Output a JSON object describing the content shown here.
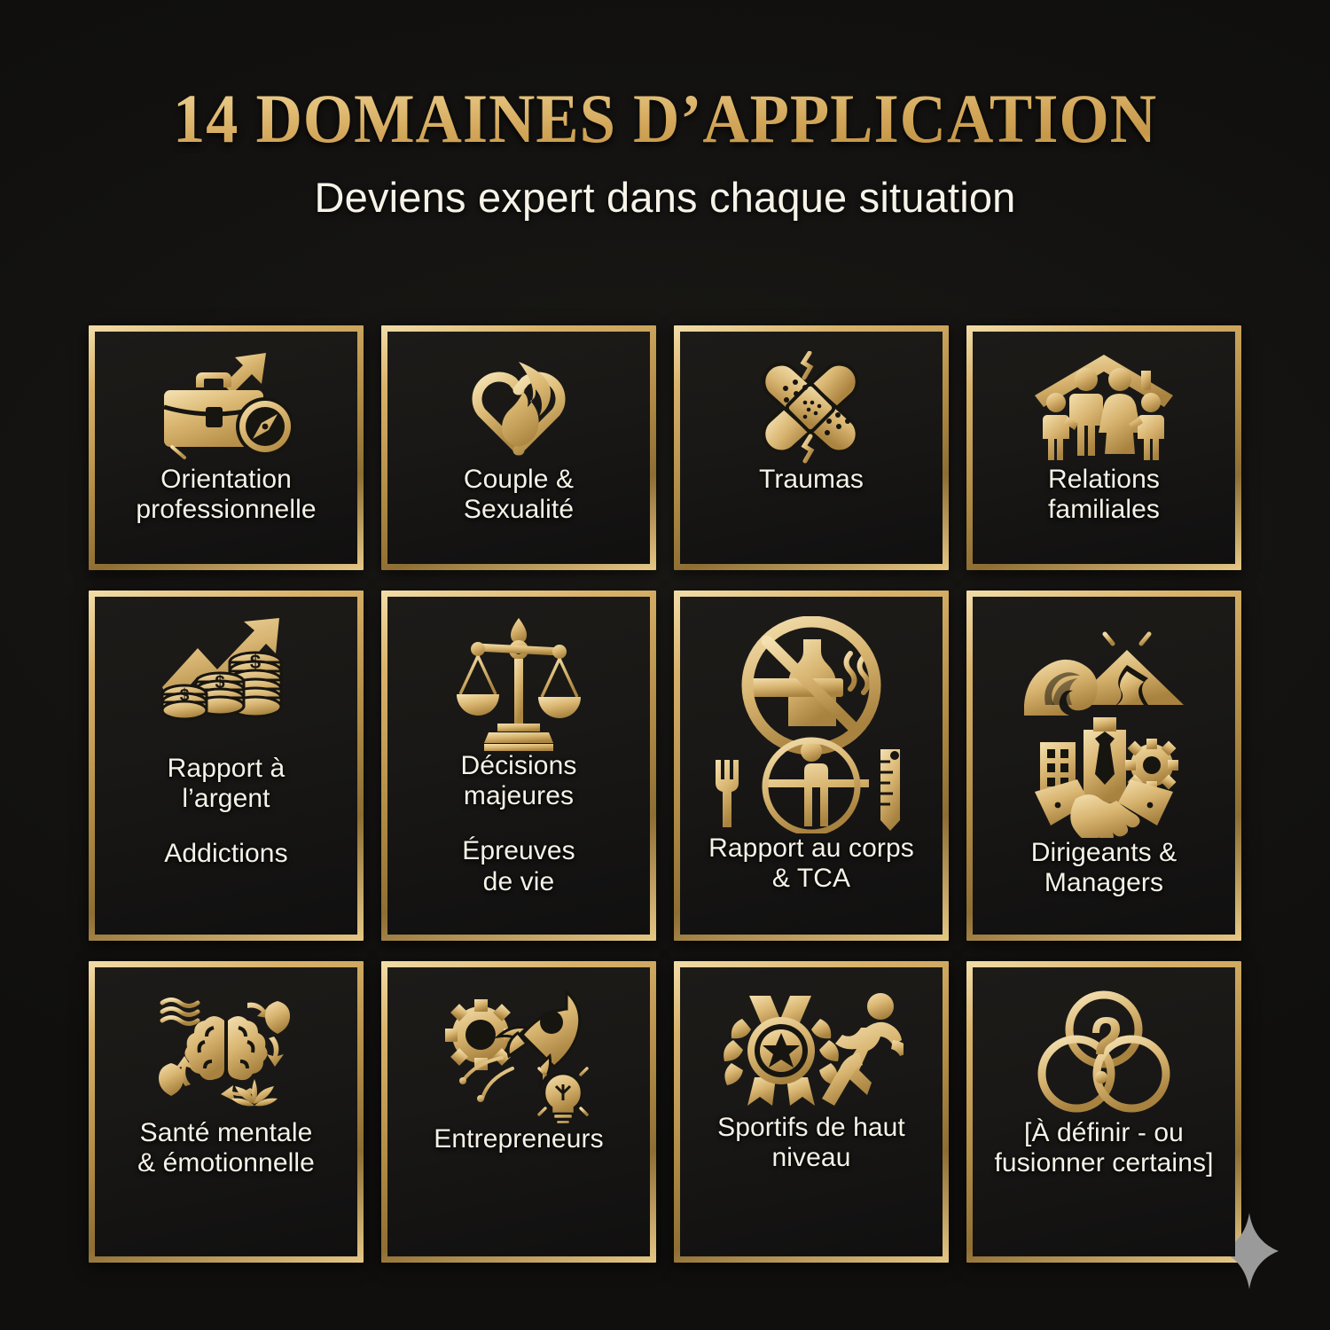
{
  "header": {
    "title": "14 DOMAINES D’APPLICATION",
    "subtitle": "Deviens expert dans chaque situation"
  },
  "colors": {
    "background": "#151412",
    "gold_light": "#f2dda8",
    "gold": "#d9b26a",
    "gold_dark": "#8e6e33",
    "text": "#f6f2e7",
    "sparkle": "#9a9a9a"
  },
  "grid": {
    "rows": [
      {
        "row": 1,
        "cells": [
          {
            "icon": "briefcase-compass-arrow-icon",
            "label": "Orientation\nprofessionnelle",
            "sublabel": ""
          },
          {
            "icon": "double-heart-flame-icon",
            "label": "Couple &\nSexualité",
            "sublabel": ""
          },
          {
            "icon": "crossed-bandages-icon",
            "label": "Traumas",
            "sublabel": ""
          },
          {
            "icon": "family-under-roof-icon",
            "label": "Relations\nfamiliales",
            "sublabel": ""
          }
        ]
      },
      {
        "row": 2,
        "cells": [
          {
            "icon": "coins-growth-arrow-icon",
            "label": "Rapport à\nl’argent",
            "sublabel": "Addictions"
          },
          {
            "icon": "justice-scales-icon",
            "label": "Décisions\nmajeures",
            "sublabel": "Épreuves\nde vie"
          },
          {
            "icon": "no-alcohol-smoking-body-icon",
            "label": "Rapport au corps\n& TCA",
            "sublabel": ""
          },
          {
            "icon": "wave-mountain-handshake-icon",
            "label": "Dirigeants &\nManagers",
            "sublabel": ""
          }
        ]
      },
      {
        "row": 3,
        "cells": [
          {
            "icon": "brain-cycle-heart-lotus-icon",
            "label": "Santé mentale\n& émotionnelle",
            "sublabel": ""
          },
          {
            "icon": "rocket-gear-bulb-icon",
            "label": "Entrepreneurs",
            "sublabel": ""
          },
          {
            "icon": "medal-runner-icon",
            "label": "Sportifs de haut\nniveau",
            "sublabel": ""
          },
          {
            "icon": "question-circles-icon",
            "label": "[À définir - ou\nfusionner certains]",
            "sublabel": ""
          }
        ]
      }
    ]
  },
  "decoration": {
    "sparkle": "four-point-star-icon"
  }
}
